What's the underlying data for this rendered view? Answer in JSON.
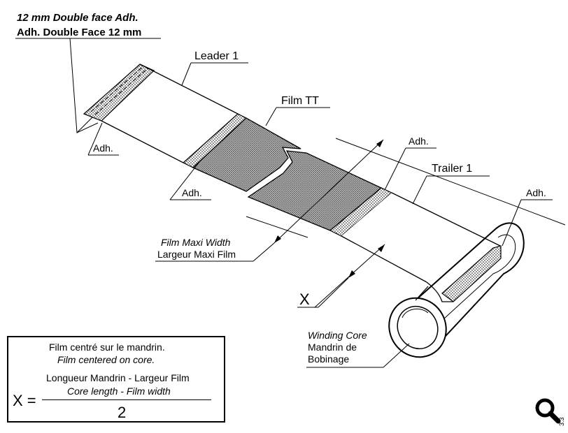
{
  "header": {
    "line1": "12 mm Double face Adh.",
    "line2": "Adh. Double Face 12 mm"
  },
  "labels": {
    "leader": "Leader 1",
    "film_tt": "Film TT",
    "adh_top_left": "Adh.",
    "adh_middle_left": "Adh.",
    "adh_upper_right": "Adh.",
    "adh_far_right": "Adh.",
    "trailer": "Trailer 1",
    "x_dim": "X",
    "film_width_en": "Film Maxi Width",
    "film_width_fr": "Largeur Maxi Film",
    "core_en": "Winding Core",
    "core_fr_1": "Mandrin de",
    "core_fr_2": "Bobinage"
  },
  "formula_box": {
    "line_fr": "Film centré sur le mandrin.",
    "line_en": "Film centered on core.",
    "x_equals": "X =",
    "numerator_fr": "Longueur Mandrin - Largeur Film",
    "numerator_en": "Core length - Film width",
    "denominator": "2"
  },
  "corner_mark": "3.3",
  "icons": {
    "zoom": "magnifier-icon"
  }
}
